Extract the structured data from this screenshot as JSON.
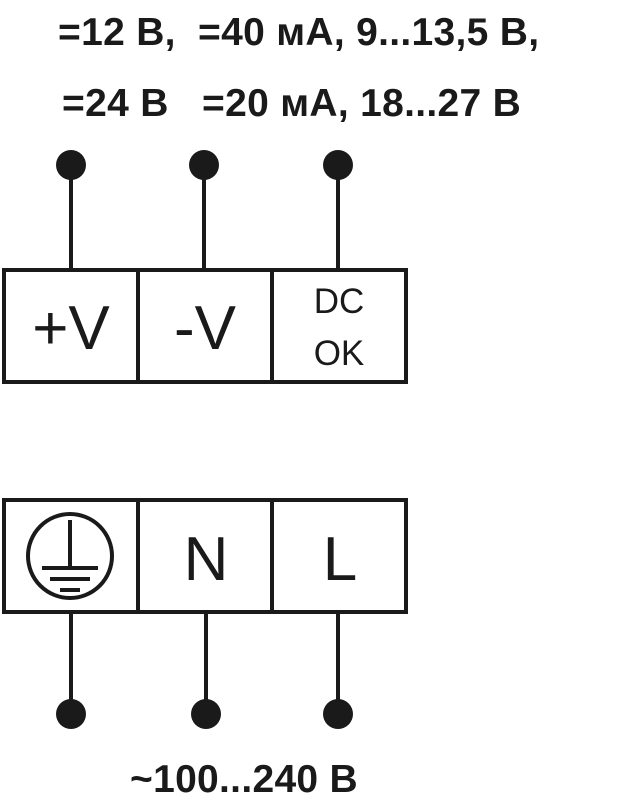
{
  "output_specs": {
    "line1": "=12 В,  =40 мА, 9...13,5 В,",
    "line2": "=24 В   =20 мА, 18...27 В"
  },
  "output_terminals": {
    "plus_v": "+V",
    "minus_v": "-V",
    "dc_ok_line1": "DC",
    "dc_ok_line2": "OK"
  },
  "input_terminals": {
    "ground_symbol": "protective-earth-icon",
    "neutral": "N",
    "line": "L"
  },
  "input_spec": "~100...240 В"
}
